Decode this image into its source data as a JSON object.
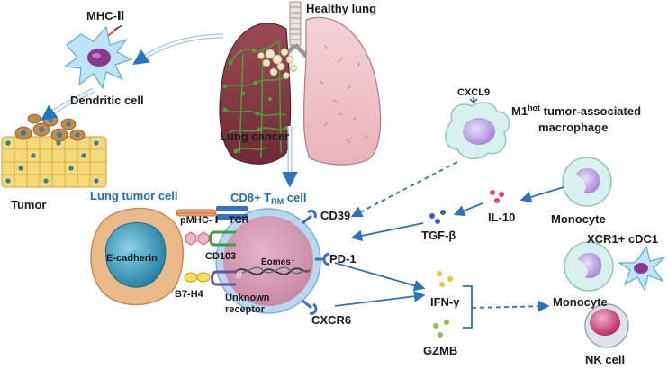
{
  "labels": {
    "mhc_ii": "MHC-Ⅱ",
    "healthy_lung": "Healthy lung",
    "dendritic_cell": "Dendritic cell",
    "lung_cancer": "Lung cancer",
    "tumor": "Tumor",
    "lung_tumor_cell": "Lung tumor cell",
    "cd8_trm_prefix": "CD8+ T",
    "cd8_trm_sub": "RM",
    "cd8_trm_suffix": " cell",
    "cxcl9": "CXCL9",
    "m1_prefix": "M1",
    "m1_sup": "hot",
    "m1_suffix": " tumor-associated",
    "macrophage": "macrophage",
    "il10": "IL-10",
    "tgfb": "TGF-β",
    "monocyte_1": "Monocyte",
    "monocyte_2": "Monocyte",
    "xcr1_cdc1": "XCR1+ cDC1",
    "cd39": "CD39",
    "pd1": "PD-1",
    "cxcr6": "CXCR6",
    "ifng": "IFN-γ",
    "gzmb": "GZMB",
    "nk_cell": "NK cell",
    "pmhc_i": "pMHC- Ⅰ",
    "tcr": "TCR",
    "cd103": "CD103",
    "e_cadherin": "E-cadherin",
    "b7h4": "B7-H4",
    "unknown_receptor_1": "Unknown",
    "unknown_receptor_2": "receptor",
    "eomes": "Eomes↑"
  },
  "colors": {
    "arrow_blue": "#2a72c2",
    "label_blue": "#1d6fb8",
    "tcell_fill": "#d39bb4",
    "tcell_rim": "#b9d7ee",
    "tumor_cell_fill": "#e9b98a",
    "tumor_nucleus": "#2d93b9",
    "macrophage_fill": "#d8f0ee",
    "macrophage_nucleus": "#b79ae0",
    "nk_nucleus": "#c7346a",
    "lung_cancer_fill": "#8c3e4a",
    "lung_healthy_fill": "#f1c7cd"
  }
}
